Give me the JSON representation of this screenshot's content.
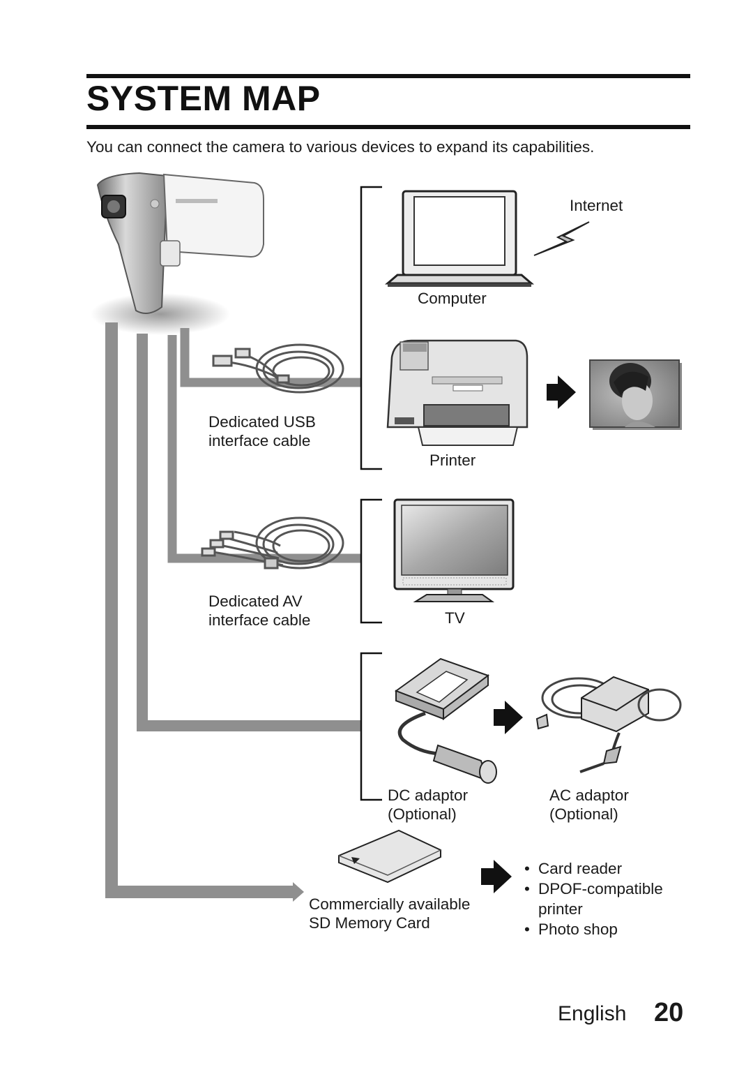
{
  "header": {
    "title": "SYSTEM MAP",
    "intro": "You can connect the camera to various devices to expand its capabilities."
  },
  "devices": {
    "internet": "Internet",
    "computer": "Computer",
    "printer": "Printer",
    "tv": "TV"
  },
  "cables": {
    "usb_line1": "Dedicated USB",
    "usb_line2": "interface cable",
    "av_line1": "Dedicated AV",
    "av_line2": "interface cable"
  },
  "power": {
    "dc_line1": "DC adaptor",
    "dc_line2": "(Optional)",
    "ac_line1": "AC adaptor",
    "ac_line2": "(Optional)"
  },
  "card": {
    "line1": "Commercially available",
    "line2": "SD Memory Card"
  },
  "card_uses": [
    "Card reader",
    "DPOF-compatible printer",
    "Photo shop"
  ],
  "footer": {
    "language": "English",
    "page": "20"
  }
}
